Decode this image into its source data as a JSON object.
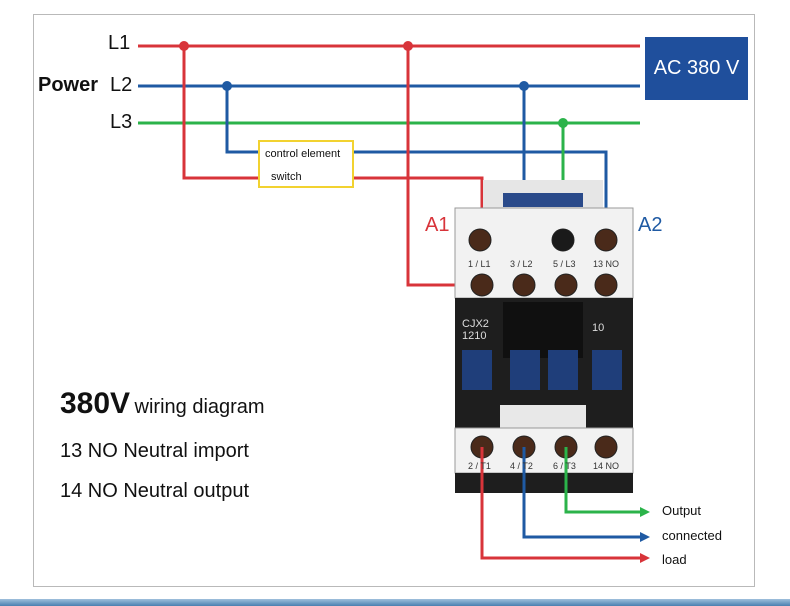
{
  "power_label": "Power",
  "lines": {
    "l1": "L1",
    "l2": "L2",
    "l3": "L3"
  },
  "ac_box": "AC 380 V",
  "control_box": {
    "line1": "control element",
    "line2": "switch"
  },
  "coil": {
    "a1": "A1",
    "a2": "A2"
  },
  "contactor": {
    "model_line1": "CJX2",
    "model_line2": "1210",
    "rating": "10",
    "top_terminals": [
      "1 / L1",
      "3 / L2",
      "5 / L3",
      "13 NO"
    ],
    "bottom_terminals": [
      "2 / T1",
      "4 / T2",
      "6 / T3",
      "14 NO"
    ]
  },
  "notes": {
    "title_big": "380V",
    "title_rest": "wiring diagram",
    "line1": "13 NO Neutral import",
    "line2": "14 NO Neutral output"
  },
  "output_labels": [
    "Output",
    "connected",
    "load"
  ],
  "colors": {
    "l1": "#d8343a",
    "l2": "#1f5aa3",
    "l3": "#2bb34a",
    "ac_box": "#1f4f9c",
    "switch_border": "#f2d230"
  }
}
